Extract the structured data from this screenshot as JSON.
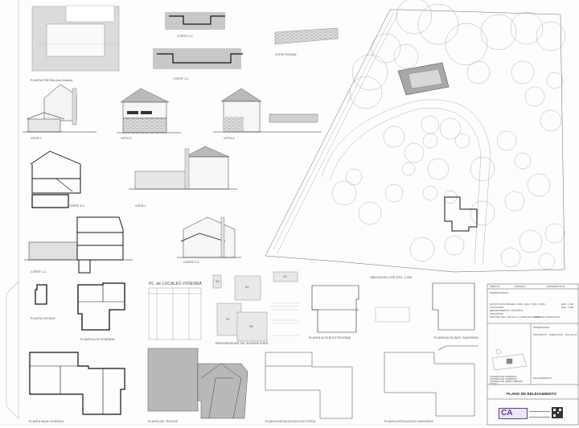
{
  "sheet": {
    "title": "PLANO DE RELEVAMIENTO",
    "background": "#fdfdfd"
  },
  "drawings": {
    "planta_piscina": "PLANTA PISCINA (con fondos)",
    "corte_piscina_2": "CORTE 2-2",
    "corte_piscina_1": "CORTE 1-1",
    "vista_piscina": "VISTA PISCINA",
    "vista_2": "VISTA 2",
    "vista_3": "VISTA 3",
    "vista_4": "VISTA 4",
    "vista_1": "VISTA 1",
    "corte_3_3": "CORTE 3-3",
    "corte_1_1": "CORTE 1-1",
    "corte_2_2": "CORTE 2-2",
    "planta_sotano": "PLANTA SOTANO",
    "planta_alta_vivienda": "PLANTA ALTA VIVIENDA",
    "planta_baja_vivienda": "PLANTA BAJA VIVIENDA",
    "planta_techos": "PLANTA DE TECHOS",
    "referencias_superficies": "REFERENCIAS DE SUPERFICIES",
    "planta_alta_electricidad": "PLANTA ALTA ELECTRICIDAD",
    "planta_instalacion_electrica": "PLANTA INSTALACION ELECTRICA",
    "planta_alta_inst_sanitaria": "PLANTA ALTA INST. SANITARIA",
    "planta_instalacion_sanitaria": "PLANTA INSTALACION SANITARIA",
    "ubicacion": "UBICACION LOTE  ESC. 1:200",
    "planilla_locales": "PL. de LOCALES VIVIENDA"
  },
  "superficies": {
    "areas": [
      "S1",
      "S2",
      "S3",
      "S4",
      "S5"
    ]
  },
  "title_block": {
    "header_cells": [
      "OBRA N°",
      "PARCELA",
      "EXPEDIENTE N°"
    ],
    "propietario_label": "PROPIETARIO/S:",
    "lines": [
      "DATOS CATASTRALES: CIRC. SECC. MZA. PARC.",
      "LOCALIDAD:",
      "DEPARTAMENTO / DISTRITO:",
      "PROVINCIA:",
      "DESTINO DEL USO DE LA CONSTRUCCION:"
    ],
    "escala_label": "ESC. 1:100",
    "escala_sub": "ESC. 1:200",
    "destino": "VIVIENDA UNIFAMILIAR",
    "superficies_label": "SUPERFICIES",
    "firma_labels": [
      "PROYECTO",
      "DIRECCION",
      "CALCULO"
    ],
    "rows": [
      {
        "label": "SUPERFICIE TERRENO",
        "value": ""
      },
      {
        "label": "SUPERFICIE CUBIERTA",
        "value": ""
      },
      {
        "label": "SUPERFICIE SEMICUBIERTA",
        "value": ""
      },
      {
        "label": "TOTAL",
        "value": ""
      }
    ],
    "indices": [
      "INDICES F.O.S.",
      "F.O.T."
    ],
    "relevamiento_note": "RELEVAMIENTO",
    "plano_title": "PLANO DE RELEVAMIENTO",
    "logo_text": "CA",
    "logo_color": "#5b3f8c",
    "logo_bg": "#ece6f6"
  },
  "colors": {
    "line": "#222222",
    "light_line": "#9a9a9a",
    "hatch": "#b5b5b5",
    "pool_fill": "#a8a8a8",
    "roof_fill": "#8a8a8a"
  }
}
